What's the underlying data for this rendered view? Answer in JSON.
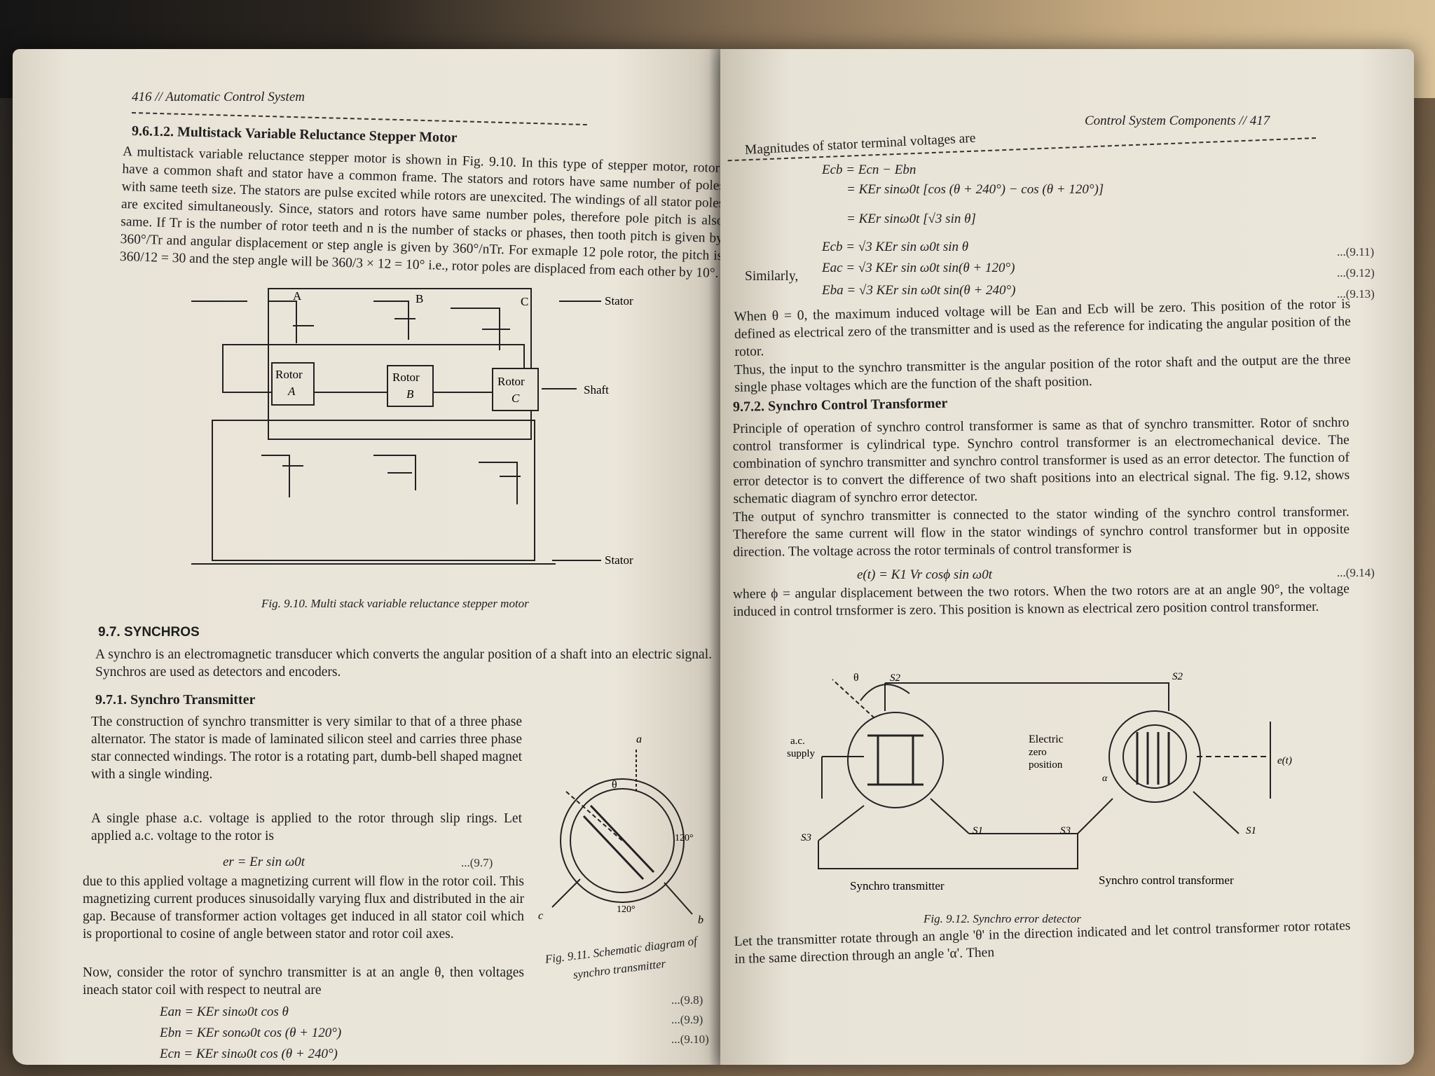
{
  "left": {
    "header": "416 // Automatic Control System",
    "section_stepper": "9.6.1.2. Multistack Variable Reluctance Stepper Motor",
    "stepper_text": "A multistack variable reluctance stepper motor is shown in Fig. 9.10. In this type of stepper motor, rotors have a common shaft and stator have a common frame. The stators and rotors have same number of poles with same teeth size. The stators are pulse excited while rotors are unexcited. The windings of all stator poles are excited simultaneously. Since, stators and rotors have same number poles, therefore pole pitch is also same. If Tr is the number of rotor teeth and n is the number of stacks or phases, then tooth pitch is given by 360°/Tr and angular displacement or step angle is given by 360°/nTr. For exmaple 12 pole rotor, the pitch is 360/12 = 30 and the step angle will be 360/3 × 12 = 10° i.e., rotor poles are displaced from each other by 10°.",
    "fig910": {
      "labels": {
        "a": "A",
        "b": "B",
        "c": "C",
        "stator_top": "Stator",
        "stator_bottom": "Stator",
        "shaft": "Shaft",
        "rotor_a": "Rotor",
        "rotor_a2": "A",
        "rotor_b": "Rotor",
        "rotor_b2": "B",
        "rotor_c": "Rotor",
        "rotor_c2": "C"
      },
      "caption": "Fig. 9.10. Multi stack variable reluctance stepper motor"
    },
    "section_synchros": "9.7. SYNCHROS",
    "synchros_text": "A synchro is an electromagnetic transducer which converts the angular position of a shaft into an electric signal. Synchros are used as detectors and encoders.",
    "section_transmitter": "9.7.1. Synchro Transmitter",
    "transmitter_p1": "The construction of synchro transmitter is very similar to that of a three phase alternator. The stator is made of laminated silicon steel and carries three phase star connected windings. The rotor is a rotating part, dumb-bell shaped magnet with a single winding.",
    "transmitter_p2": "A single phase a.c. voltage is applied to the rotor through slip rings. Let applied a.c. voltage to the rotor is",
    "eq97": "er = Er sin ω0t",
    "eq97_num": "...(9.7)",
    "transmitter_p3": "due to this applied voltage a magnetizing current will flow in the rotor coil. This magnetizing current produces sinusoidally varying flux and distributed in the air gap. Because of transformer action voltages get induced in all stator coil which is proportional to cosine of angle between stator and rotor coil axes.",
    "transmitter_p4": "Now, consider the rotor of synchro transmitter is at an angle θ, then voltages ineach stator coil with respect to neutral are",
    "eq98": "Ean = KEr sinω0t cos θ",
    "eq99": "Ebn = KEr sonω0t cos (θ + 120°)",
    "eq910": "Ecn = KEr sinω0t cos (θ + 240°)",
    "eq98_num": "...(9.8)",
    "eq99_num": "...(9.9)",
    "eq910_num": "...(9.10)",
    "fig911": {
      "labels": {
        "a": "a",
        "b": "b",
        "c": "c",
        "theta": "θ",
        "deg1": "120°",
        "deg2": "120°"
      },
      "caption1": "Fig. 9.11. Schematic diagram of",
      "caption2": "synchro transmitter"
    }
  },
  "right": {
    "header": "Control System Components // 417",
    "intro": "Magnitudes of stator terminal voltages are",
    "eq_a": "Ecb = Ecn − Ebn",
    "eq_b": "= KEr sinω0t [cos (θ + 240°) − cos (θ + 120°)]",
    "eq_c": "= KEr sinω0t [√3 sin θ]",
    "eq911": "Ecb = √3 KEr sin ω0t sin θ",
    "eq912": "Eac = √3 KEr sin ω0t sin(θ + 120°)",
    "eq913": "Eba = √3 KEr sin ω0t sin(θ + 240°)",
    "similarly": "Similarly,",
    "eq911_num": "...(9.11)",
    "eq912_num": "...(9.12)",
    "eq913_num": "...(9.13)",
    "p_zero": "When θ = 0, the maximum induced voltage will be Ean and Ecb will be zero. This position of the rotor is defined as electrical zero of the transmitter and is used as the reference for indicating the angular position of the rotor.",
    "p_thus": "Thus, the input to the synchro transmitter is the angular position of the rotor shaft and the output are the three single phase voltages which are the function of the shaft position.",
    "section_ct": "9.7.2. Synchro Control Transformer",
    "p_ct1": "Principle of operation of synchro control transformer is same as that of synchro transmitter. Rotor of snchro control transformer is cylindrical type. Synchro control transformer is an electromechanical device. The combination of synchro transmitter and synchro control transformer is used as an error detector. The function of error detector is to convert the difference of two shaft positions into an electrical signal. The fig. 9.12, shows schematic diagram of synchro error detector.",
    "p_ct2": "The output of synchro transmitter is connected to the stator winding of the synchro control transformer. Therefore the same current will flow in the stator windings of synchro control transformer but in opposite direction. The voltage across the rotor terminals of control transformer is",
    "eq914": "e(t) = K1 Vr cosϕ sin ω0t",
    "eq914_num": "...(9.14)",
    "p_phi": "where ϕ = angular displacement between the two rotors. When the two rotors are at an angle 90°, the voltage induced in control trnsformer is zero. This position is known as electrical zero position control transformer.",
    "fig912": {
      "labels": {
        "theta": "θ",
        "s2a": "S2",
        "s2b": "S2",
        "s1a": "S1",
        "s1b": "S1",
        "s3a": "S3",
        "s3b": "S3",
        "ac1": "a.c.",
        "ac2": "supply",
        "ez1": "Electric",
        "ez2": "zero",
        "ez3": "position",
        "alpha": "α",
        "et": "e(t)",
        "st": "Synchro transmitter",
        "sct": "Synchro control transformer"
      },
      "caption": "Fig. 9.12. Synchro error detector"
    },
    "p_last": "Let the transmitter rotate through an angle 'θ' in the direction indicated and let control transformer rotor rotates in the same direction through an angle 'α'. Then"
  }
}
